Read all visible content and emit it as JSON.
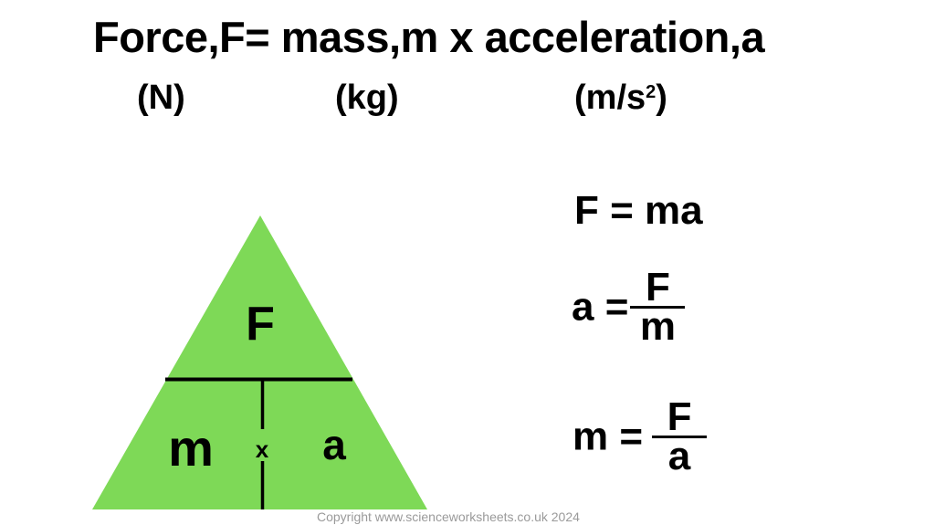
{
  "heading": {
    "equation": "Force,F= mass,m x acceleration,a",
    "units": {
      "force": "(N)",
      "mass": "(kg)",
      "acceleration_base": "(m/s",
      "acceleration_exp": "2",
      "acceleration_close": ")"
    }
  },
  "triangle": {
    "color": "#7ed957",
    "top": "F",
    "bottom_left": "m",
    "operator": "x",
    "bottom_right": "a"
  },
  "equations": {
    "force": "F = ma",
    "acceleration": {
      "lhs": "a =",
      "numerator": "F",
      "denominator": "m"
    },
    "mass": {
      "lhs": "m =",
      "numerator": "F",
      "denominator": "a"
    }
  },
  "footer": {
    "copyright": "Copyright www.scienceworksheets.co.uk 2024"
  }
}
